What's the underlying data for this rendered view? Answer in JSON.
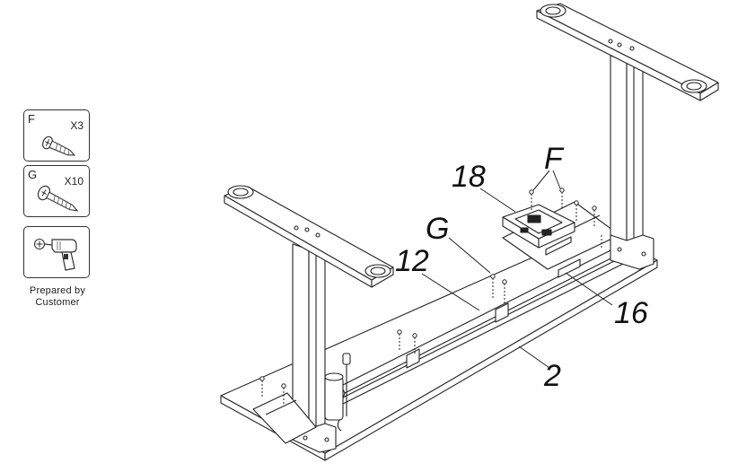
{
  "parts": [
    {
      "letter": "F",
      "qty": "X3",
      "icon": "short-screw-icon"
    },
    {
      "letter": "G",
      "qty": "X10",
      "icon": "long-screw-icon"
    },
    {
      "letter": "",
      "qty": "",
      "icon": "power-drill-icon"
    }
  ],
  "tool_note": [
    "Prepared by",
    "Customer"
  ],
  "callouts": {
    "c18": "18",
    "cF": "F",
    "cG": "G",
    "c12": "12",
    "c16": "16",
    "c2": "2"
  }
}
